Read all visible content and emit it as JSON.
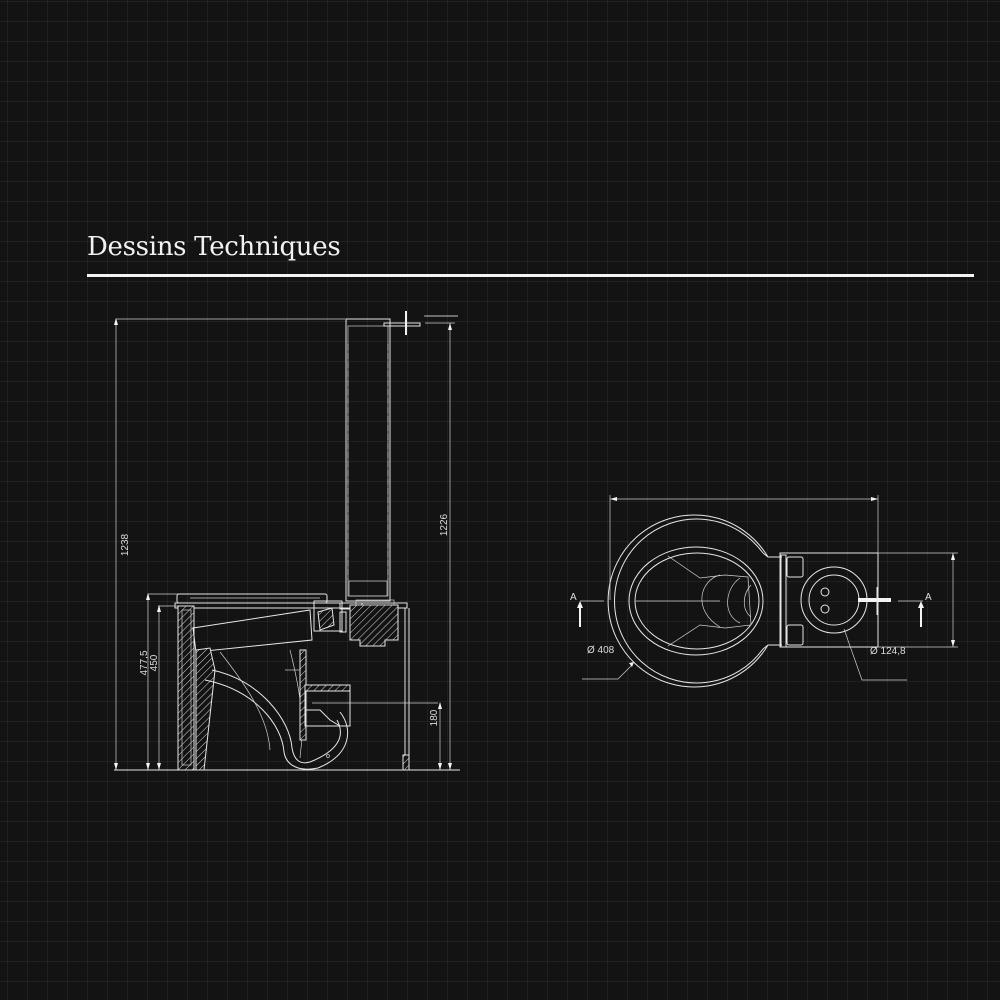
{
  "page": {
    "title": "Dessins Techniques"
  },
  "colors": {
    "background": "#131313",
    "grid": "#262626",
    "line": "#e6e6e6",
    "title": "#f2f2f2"
  },
  "side_view": {
    "dimensions": {
      "overall_height": "1238",
      "cistern_height": "1226",
      "seat_height": "477,5",
      "rim_height": "450",
      "outlet_height": "180"
    }
  },
  "top_view": {
    "dimensions": {
      "bowl_diameter": "Ø 408",
      "cistern_diameter": "Ø 124,8"
    },
    "section_markers": {
      "left": "A",
      "right": "A"
    }
  }
}
